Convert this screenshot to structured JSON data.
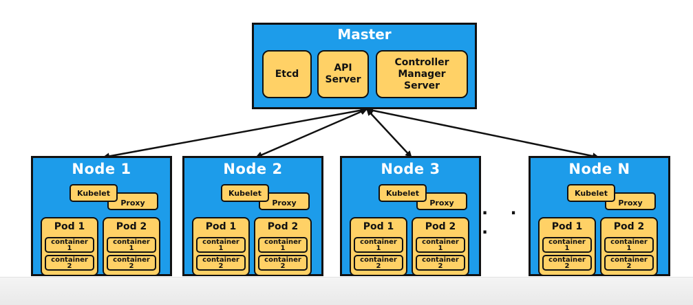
{
  "master": {
    "title": "Master",
    "components": [
      {
        "label": "Etcd"
      },
      {
        "label": "API\nServer"
      },
      {
        "label": "Controller\nManager\nServer"
      }
    ]
  },
  "nodes": [
    {
      "title": "Node 1"
    },
    {
      "title": "Node 2"
    },
    {
      "title": "Node 3"
    },
    {
      "title": "Node N"
    }
  ],
  "node_parts": {
    "kubelet": "Kubelet",
    "proxy": "Proxy",
    "pods": [
      {
        "label": "Pod 1"
      },
      {
        "label": "Pod 2"
      }
    ],
    "containers": [
      {
        "line1": "container",
        "line2": "1"
      },
      {
        "line1": "container",
        "line2": "2"
      }
    ]
  },
  "ellipsis": ". . .",
  "colors": {
    "box_blue": "#1d9cea",
    "component_yellow": "#ffd166",
    "outline": "#111111"
  }
}
